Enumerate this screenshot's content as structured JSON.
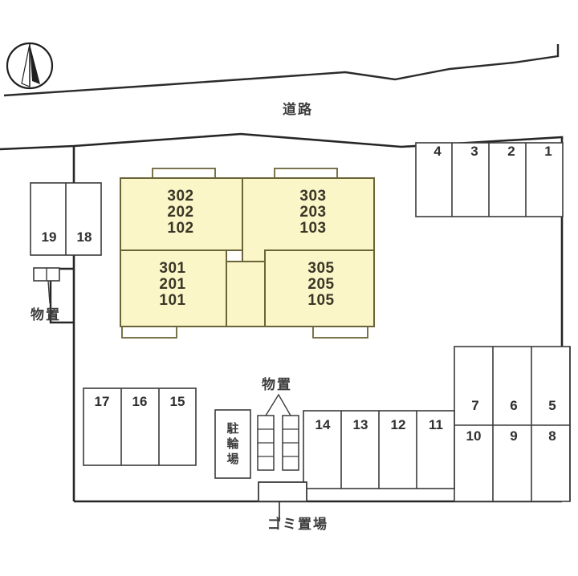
{
  "plan": {
    "title_road": "道路",
    "compass": "north-arrow-icon",
    "colors": {
      "building_fill": "#faf6c8",
      "building_stroke": "#6b6438",
      "line": "#3a3a3a",
      "boundary": "#262626",
      "text": "#333333"
    }
  },
  "road": {
    "label": "道路"
  },
  "building": {
    "units": [
      {
        "id": "unit-upper-left",
        "lines": [
          "302",
          "202",
          "102"
        ]
      },
      {
        "id": "unit-upper-right",
        "lines": [
          "303",
          "203",
          "103"
        ]
      },
      {
        "id": "unit-lower-left",
        "lines": [
          "301",
          "201",
          "101"
        ]
      },
      {
        "id": "unit-lower-right",
        "lines": [
          "305",
          "205",
          "105"
        ]
      }
    ]
  },
  "parking": {
    "top_right_row": [
      "4",
      "3",
      "2",
      "1"
    ],
    "right_upper_row": [
      "7",
      "6",
      "5"
    ],
    "right_lower_row": [
      "10",
      "9",
      "8"
    ],
    "center_row": [
      "14",
      "13",
      "12",
      "11"
    ],
    "left_row": [
      "17",
      "16",
      "15"
    ],
    "far_left_row": [
      "19",
      "18"
    ]
  },
  "facilities": {
    "storage_left_label": "物置",
    "storage_center_label": "物置",
    "bicycle_label": "駐輪場",
    "bicycle_chars": [
      "駐",
      "輪",
      "場"
    ],
    "garbage_label": "ゴミ置場"
  }
}
